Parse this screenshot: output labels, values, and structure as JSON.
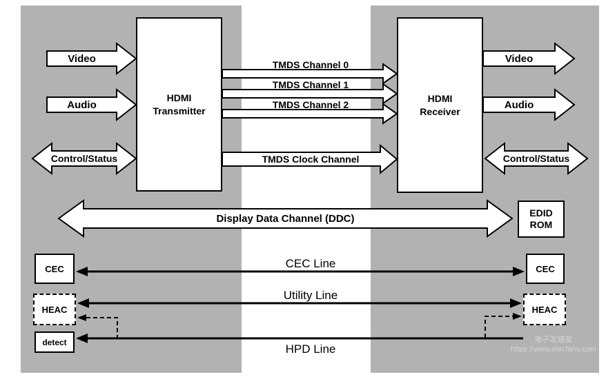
{
  "colors": {
    "panel": "#b2b2b2",
    "box_fill": "#ffffff",
    "line": "#000000"
  },
  "nodes": {
    "transmitter": {
      "line1": "HDMI",
      "line2": "Transmitter"
    },
    "receiver": {
      "line1": "HDMI",
      "line2": "Receiver"
    },
    "edid": {
      "line1": "EDID",
      "line2": "ROM"
    },
    "cec_left": "CEC",
    "cec_right": "CEC",
    "heac_left": "HEAC",
    "heac_right": "HEAC",
    "detect": "detect"
  },
  "left_ports": {
    "video": "Video",
    "audio": "Audio",
    "control": "Control/Status"
  },
  "right_ports": {
    "video": "Video",
    "audio": "Audio",
    "control": "Control/Status"
  },
  "tmds": {
    "ch0": "TMDS Channel 0",
    "ch1": "TMDS Channel 1",
    "ch2": "TMDS Channel 2",
    "clock": "TMDS Clock Channel"
  },
  "ddc_label": "Display Data Channel (DDC)",
  "lines": {
    "cec": "CEC Line",
    "utility": "Utility Line",
    "hpd": "HPD Line"
  },
  "watermark": {
    "line1": "电子发烧友",
    "line2": "https://www.elecfans.com"
  }
}
